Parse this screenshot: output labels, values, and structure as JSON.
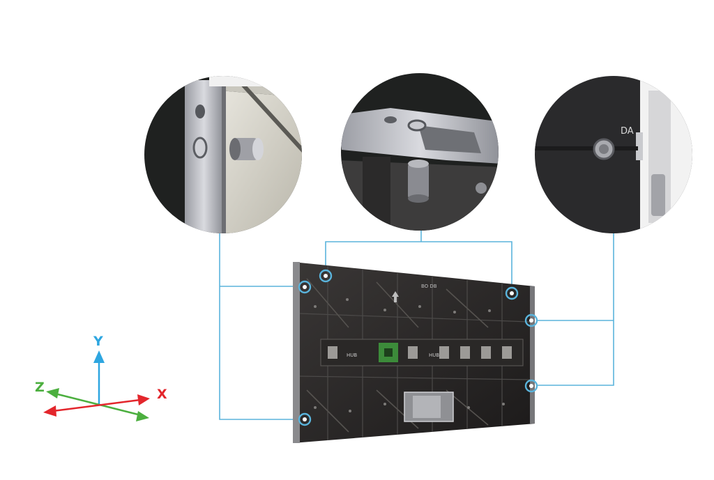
{
  "axes": {
    "y_label": "Y",
    "x_label": "X",
    "z_label": "Z",
    "colors": {
      "y": "#2ea6e0",
      "x": "#e3262c",
      "z": "#4caf3f"
    }
  },
  "panel": {
    "hub_label_left": "HUB",
    "hub_label_right": "HUB",
    "top_marks": "BO DB"
  },
  "details": {
    "right_detail_text": "DA"
  },
  "connector_color": "#5ab4dc"
}
